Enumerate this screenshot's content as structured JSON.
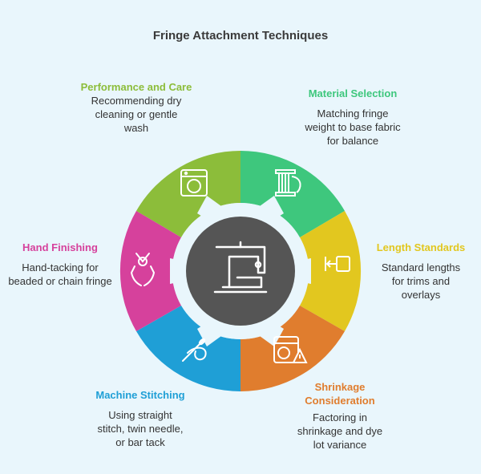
{
  "title": "Fringe Attachment Techniques",
  "colors": {
    "performance": "#8cbd3a",
    "material": "#3ec77d",
    "length": "#e2c71f",
    "shrinkage": "#e07d2e",
    "machine": "#1f9fd6",
    "hand": "#d6419c",
    "hub": "#555555"
  },
  "segments": [
    {
      "id": "performance",
      "head": "Performance and Care",
      "body": "Recommending dry cleaning or gentle wash",
      "icon": "washing-machine-icon"
    },
    {
      "id": "material",
      "head": "Material Selection",
      "body": "Matching fringe weight to base fabric for balance",
      "icon": "thread-spool-icon"
    },
    {
      "id": "length",
      "head": "Length Standards",
      "body": "Standard lengths for trims and overlays",
      "icon": "length-arrow-icon"
    },
    {
      "id": "shrinkage",
      "head": "Shrinkage Consideration",
      "body": "Factoring in shrinkage and dye lot variance",
      "icon": "warning-washer-icon"
    },
    {
      "id": "machine",
      "head": "Machine Stitching",
      "body": "Using straight stitch, twin needle, or bar tack",
      "icon": "needle-icon"
    },
    {
      "id": "hand",
      "head": "Hand Finishing",
      "body": "Hand-tacking for beaded or chain fringe",
      "icon": "hands-icon"
    }
  ],
  "center_icon": "sewing-machine-icon"
}
